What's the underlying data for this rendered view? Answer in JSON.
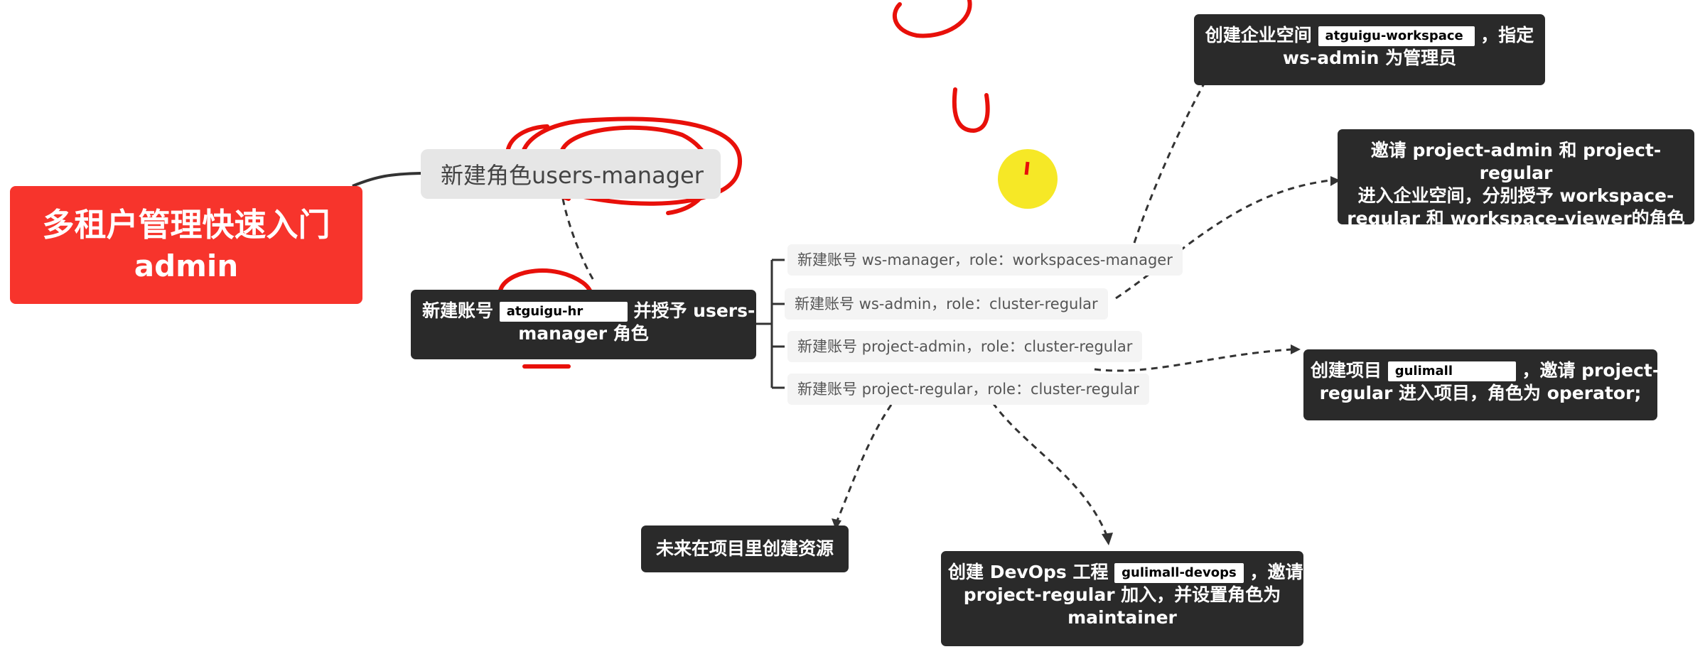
{
  "root": {
    "line1": "多租户管理快速入门",
    "line2": "admin"
  },
  "role_node": {
    "text": "新建角色users-manager"
  },
  "account_node": {
    "prefix": "新建账号",
    "field_value": "atguigu-hr",
    "suffix": "并授予 users-",
    "line2": "manager 角色"
  },
  "leaves": [
    {
      "text": "新建账号 ws-manager，role：workspaces-manager"
    },
    {
      "text": "新建账号 ws-admin，role：cluster-regular"
    },
    {
      "text": "新建账号 project-admin，role：cluster-regular"
    },
    {
      "text": "新建账号 project-regular，role：cluster-regular"
    }
  ],
  "workspace_node": {
    "prefix": "创建企业空间",
    "field_value": "atguigu-workspace",
    "suffix": "，指定",
    "line2": "ws-admin 为管理员"
  },
  "invite_node": {
    "line1": "邀请 project-admin 和 project-regular",
    "line2": "进入企业空间，分别授予 workspace-",
    "line3": "regular 和 workspace-viewer的角色"
  },
  "project_node": {
    "prefix": "创建项目",
    "field_value": "gulimall",
    "suffix": "，邀请 project-",
    "line2": "regular 进入项目，角色为 operator;"
  },
  "future_node": {
    "text": "未来在项目里创建资源"
  },
  "devops_node": {
    "prefix": "创建 DevOps 工程",
    "field_value": "gulimall-devops",
    "suffix": "，邀请",
    "line2": "project-regular 加入，并设置角色为",
    "line3": "maintainer"
  },
  "colors": {
    "root_bg": "#f7342c",
    "dark_node_bg": "#2a2a2a",
    "light_node_bg": "#e6e6e6",
    "annotation_red": "#e8100a",
    "highlight_yellow": "#f5e400"
  }
}
